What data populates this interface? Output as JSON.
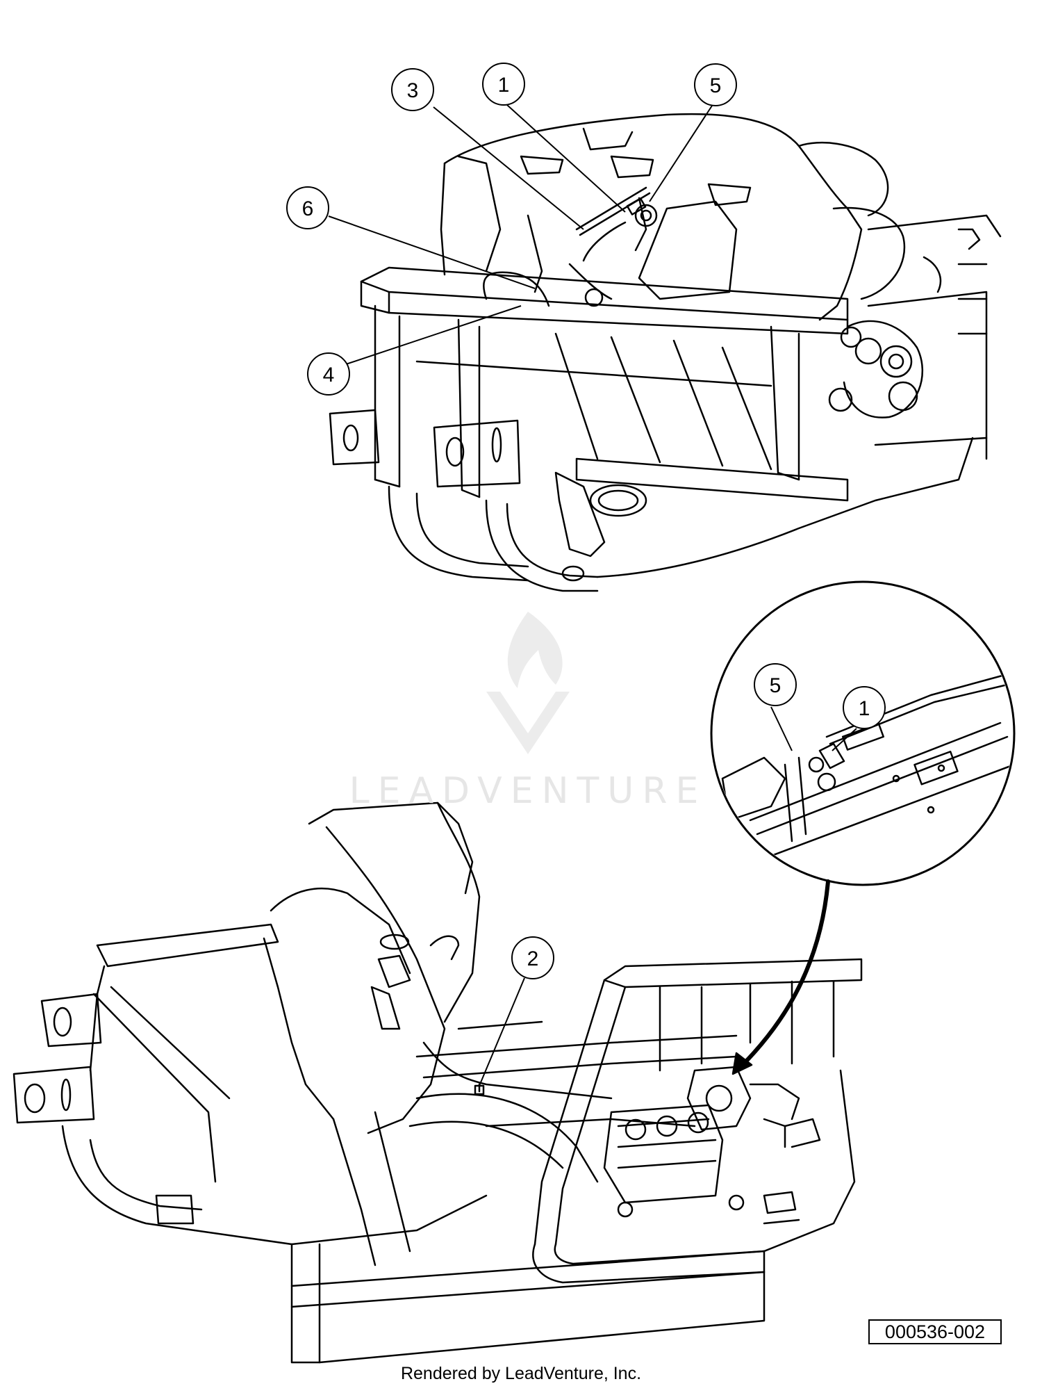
{
  "callouts": [
    {
      "label": "3"
    },
    {
      "label": "1"
    },
    {
      "label": "5"
    },
    {
      "label": "6"
    },
    {
      "label": "4"
    },
    {
      "label": "5"
    },
    {
      "label": "1"
    },
    {
      "label": "2"
    }
  ],
  "reference_code": "000536-002",
  "footer": "Rendered by LeadVenture, Inc.",
  "watermark": {
    "text": "LEADVENTURE"
  },
  "colors": {
    "line": "#000000",
    "background": "#ffffff",
    "watermark": "#e6e6e6"
  }
}
